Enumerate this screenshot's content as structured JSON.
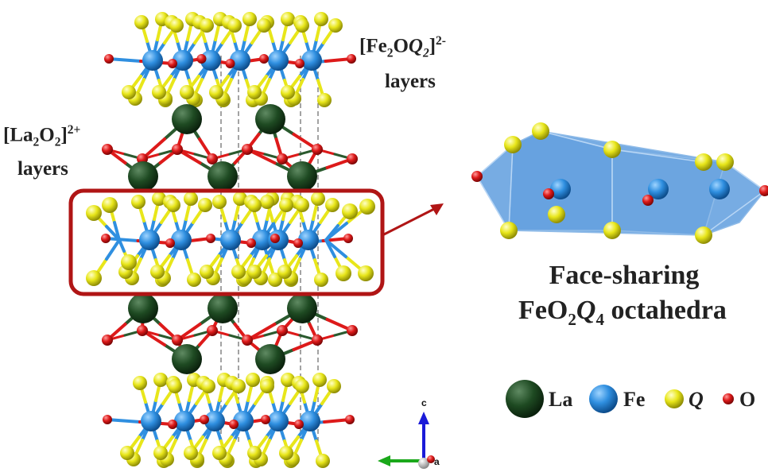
{
  "labels": {
    "fe_layer_pre": "[Fe",
    "fe_layer_sub2": "2",
    "fe_layer_mid": "O",
    "fe_layer_q": "Q",
    "fe_layer_qsub": "2",
    "fe_layer_close": "]",
    "fe_layer_charge": "2-",
    "fe_layer_word": "layers",
    "la_layer_pre": "[La",
    "la_layer_sub2": "2",
    "la_layer_mid": "O",
    "la_layer_osub": "2",
    "la_layer_close": "]",
    "la_layer_charge": "2+",
    "la_layer_word": "layers",
    "inset_title_line1": "Face-sharing",
    "inset_title_fe": "FeO",
    "inset_title_osub": "2",
    "inset_title_q": "Q",
    "inset_title_qsub": "4",
    "inset_title_rest": " octahedra"
  },
  "legend": [
    {
      "symbol": "La",
      "color": "#1e4a22"
    },
    {
      "symbol": "Fe",
      "color": "#2f8fe0"
    },
    {
      "symbol": "Q",
      "color": "#e8e61a"
    },
    {
      "symbol": "O",
      "color": "#dd1a1a"
    }
  ],
  "axes": {
    "c": "c",
    "a": "a"
  },
  "colors": {
    "la": "#1e4a22",
    "fe": "#2f8fe0",
    "q": "#e8e61a",
    "o": "#dd1a1a",
    "highlight_box": "#b01515",
    "polyhedra": "#4a90d9"
  }
}
